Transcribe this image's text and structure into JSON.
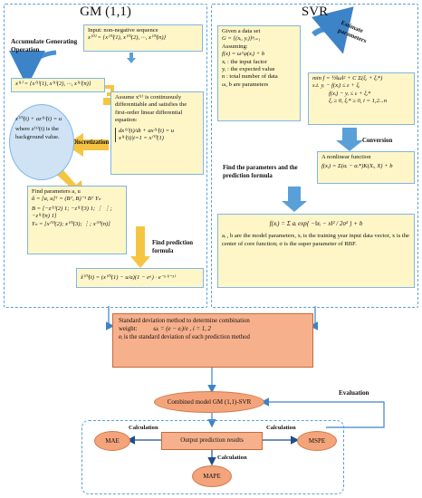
{
  "gm": {
    "title": "GM (1,1)",
    "ago_label": "Accumulate Generating Operation",
    "input_label": "Input: non-negative sequence",
    "input_seq": "x⁽⁰⁾ = {x⁽⁰⁾(1), x⁽⁰⁾(2), ···, x⁽⁰⁾(n)}",
    "x1_seq": "x⁽¹⁾ = {x⁽¹⁾(1), x⁽¹⁾(2), ···, x⁽¹⁾(n)}",
    "assume_text": "Assume x⁽¹⁾ is continuously differentiable and satisfies the first-order linear differential equation:",
    "ode_line1": "dx⁽¹⁾(t)/dt + ax⁽¹⁾(t) = u",
    "ode_line2": "x⁽¹⁾(t)|t=1 = x⁽⁰⁾(1)",
    "discretization_label": "Discretization",
    "disc_eq": "x⁽⁰⁾(t) + az⁽¹⁾(t) = u",
    "disc_where": "where  z⁽¹⁾(t) is the background value.",
    "find_params_title": "Find parameters a, u",
    "find_params_eq": "â = [a, u]ᵀ = (Bᵀ, B)⁻¹ Bᵀ Yₙ",
    "matrix_B": "B = [−z⁽¹⁾(2) 1; −z⁽¹⁾(3) 1; ⋮ ⋮; −z⁽¹⁾(n) 1]",
    "matrix_Y": "Yₙ = [x⁽⁰⁾(2); x⁽⁰⁾(3); ⋮; x⁽⁰⁾(n)]",
    "find_pred_label": "Find prediction formula",
    "pred_formula": "x̂⁽⁰⁾(t) = (x⁽⁰⁾(1) − u/a)(1 − eᵃ) · e⁻ᵃ⁽ᵗ⁻¹⁾"
  },
  "svr": {
    "title": "SVR",
    "estimate_label": "Estimate parameters",
    "given_lines": [
      "Given a data set",
      "G = {(xᵢ, yᵢ)}ⁿᵢ₌₁",
      "Assuming:",
      "f(x) = ωᵀφ(xᵢ) + b",
      "xᵢ : the input factor",
      "yᵢ : the expected value",
      "n : total number of data",
      "ω, b  are parameters"
    ],
    "opt_lines": [
      "min f = ½‖ω‖² + C Σ(ξᵢ + ξᵢ*)",
      "s.t.  yᵢ − f(xᵢ) ≤ ε + ξᵢ",
      "f(xᵢ) − yᵢ ≤ ε + ξᵢ*",
      "ξᵢ ≥ 0,  ξᵢ* ≥ 0, i = 1,2...n"
    ],
    "conversion_label": "Conversion",
    "nonlinear_title": "A nonlinear function",
    "nonlinear_eq": "f(xᵢ) = Σ(αᵢ − αᵢ*)K(Xᵢ, X) + b",
    "find_label": "Find the parameters and the prediction formula",
    "pred_eq": "f(xᵢ) = Σ aᵢ exp{ −‖xᵢ − x‖² / 2σ² } + b",
    "pred_desc": "aᵢ , b  are the model parameters,  xᵢ is the training year input data vector,  x is the center of core function;  σ is the super parameter of RBF."
  },
  "combo": {
    "line1": "Standard deviation method to determine combination",
    "line2_label": "weight:",
    "line2_eq": "ωᵢ = (e − eᵢ)/e ,  i = 1, 2",
    "line3": "eᵢ is the standard deviation of each prediction method"
  },
  "combined_model": "Combined model GM (1,1)-SVR",
  "evaluation_label": "Evaluation",
  "output_results": "Output prediction results",
  "calc_labels": [
    "Calculation",
    "Calculation",
    "Calculation"
  ],
  "metrics": [
    "MAE",
    "MSPE",
    "MAPE"
  ],
  "colors": {
    "panel_border": "#5aa0d8",
    "yellow_box": "#fff6c8",
    "orange": "#f4a47a",
    "arrow_yellow": "#f5c542",
    "arrow_blue": "#5aa0d8",
    "circle_blue": "#cfe3f4"
  }
}
